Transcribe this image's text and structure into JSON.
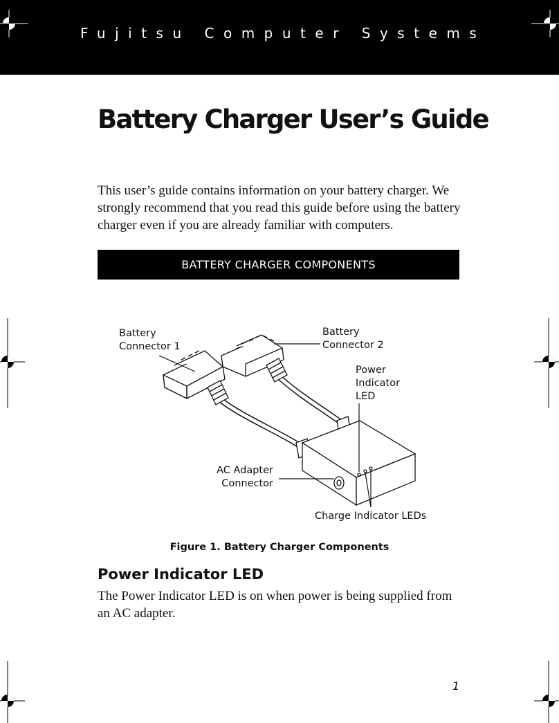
{
  "header": {
    "company": "Fujitsu Computer Systems"
  },
  "document": {
    "title": "Battery Charger User’s Guide",
    "intro": "This user’s guide contains information on your battery charger. We strongly recommend that you read this guide before using the battery charger even if you are already familiar with computers.",
    "section_heading": "BATTERY CHARGER COMPONENTS"
  },
  "figure": {
    "labels": {
      "battery_connector_1": [
        "Battery",
        "Connector 1"
      ],
      "battery_connector_2": [
        "Battery",
        "Connector 2"
      ],
      "power_indicator_led": [
        "Power",
        "Indicator",
        "LED"
      ],
      "ac_adapter_connector": [
        "AC Adapter",
        "Connector"
      ],
      "charge_indicator_leds": "Charge Indicator LEDs"
    },
    "caption": "Figure 1. Battery Charger Components"
  },
  "power_led_section": {
    "heading": "Power Indicator LED",
    "text": "The Power Indicator LED is on when power is being supplied from an AC adapter."
  },
  "page_number": "1",
  "colors": {
    "band": "#000000",
    "text": "#111111",
    "background": "#ffffff"
  }
}
